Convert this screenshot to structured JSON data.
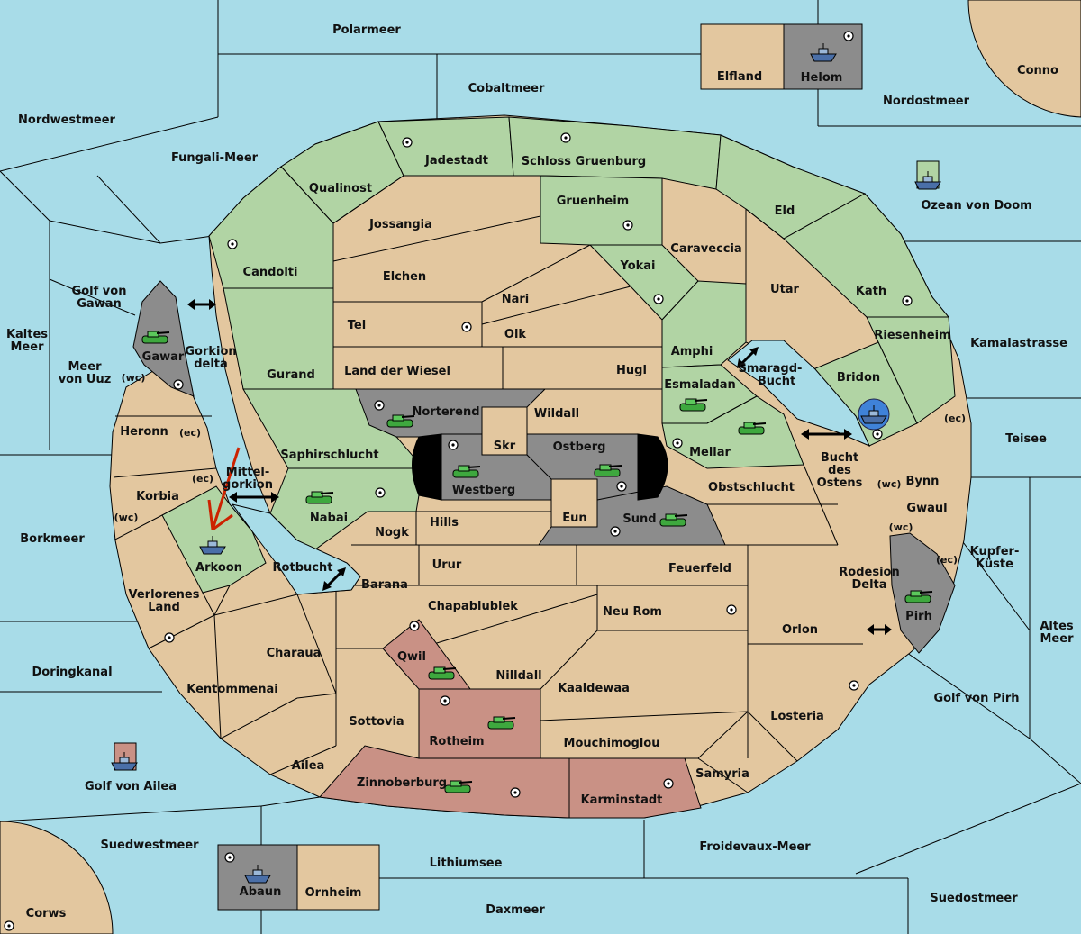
{
  "territories": {
    "polarmeer": "Polarmeer",
    "cobaltmeer": "Cobaltmeer",
    "nordwestmeer": "Nordwestmeer",
    "fungali": "Fungali-Meer",
    "nordostmeer": "Nordostmeer",
    "conno": "Conno",
    "elfland": "Elfland",
    "helom": "Helom",
    "jadestadt": "Jadestadt",
    "schloss": "Schloss Gruenburg",
    "qualinost": "Qualinost",
    "jossangia": "Jossangia",
    "gruenheim": "Gruenheim",
    "eld": "Eld",
    "ozean": "Ozean von Doom",
    "caraveccia": "Caraveccia",
    "candolti": "Candolti",
    "elchen": "Elchen",
    "yokai": "Yokai",
    "utar": "Utar",
    "kath": "Kath",
    "nari": "Nari",
    "golf_gawan_1": "Golf von",
    "golf_gawan_2": "Gawan",
    "kaltes_1": "Kaltes",
    "kaltes_2": "Meer",
    "tel": "Tel",
    "olk": "Olk",
    "amphi": "Amphi",
    "riesenheim": "Riesenheim",
    "kamala": "Kamalastrasse",
    "gorkion_1": "Gorkion",
    "gorkion_2": "delta",
    "gawar": "Gawar",
    "meer_uuz_1": "Meer",
    "meer_uuz_2": "von Uuz",
    "wc1": "(wc)",
    "gurand": "Gurand",
    "land_wiesel": "Land der Wiesel",
    "hugl": "Hugl",
    "smaragd_1": "Smaragd-",
    "smaragd_2": "Bucht",
    "bridon": "Bridon",
    "esmaladan": "Esmaladan",
    "norterend": "Norterend",
    "wildall": "Wildall",
    "heronn": "Heronn",
    "ec1": "(ec)",
    "ec_teisee": "(ec)",
    "teisee": "Teisee",
    "skr": "Skr",
    "ostberg": "Ostberg",
    "mellar": "Mellar",
    "saphir": "Saphirschlucht",
    "bucht_1": "Bucht",
    "bucht_2": "des",
    "bucht_3": "Ostens",
    "mittel_1": "Mittel-",
    "mittel_2": "gorkion",
    "ec2": "(ec)",
    "korbia": "Korbia",
    "westberg": "Westberg",
    "obst": "Obstschlucht",
    "wc_bynn": "(wc)",
    "bynn": "Bynn",
    "wc2": "(wc)",
    "nabai": "Nabai",
    "hills": "Hills",
    "eun": "Eun",
    "sund": "Sund",
    "gwaul": "Gwaul",
    "borkmeer": "Borkmeer",
    "nogk": "Nogk",
    "wc_pirh": "(wc)",
    "kupfer_1": "Kupfer-",
    "kupfer_2": "Küste",
    "arkoon": "Arkoon",
    "rotbucht": "Rotbucht",
    "urur": "Urur",
    "feuerfeld": "Feuerfeld",
    "ec_pirh": "(ec)",
    "rodesion_1": "Rodesion",
    "rodesion_2": "Delta",
    "barana": "Barana",
    "verl_1": "Verlorenes",
    "verl_2": "Land",
    "chapa": "Chapablublek",
    "neurom": "Neu Rom",
    "pirh": "Pirh",
    "orlon": "Orlon",
    "altes_1": "Altes",
    "altes_2": "Meer",
    "charaua": "Charaua",
    "qwil": "Qwil",
    "nilldall": "Nilldall",
    "doringkanal": "Doringkanal",
    "kentom": "Kentommenai",
    "kaaldewaa": "Kaaldewaa",
    "golf_pirh": "Golf von Pirh",
    "sottovia": "Sottovia",
    "losteria": "Losteria",
    "rotheim": "Rotheim",
    "mouchi": "Mouchimoglou",
    "ailea": "Ailea",
    "samyria": "Samyria",
    "zinnober": "Zinnoberburg",
    "karmin": "Karminstadt",
    "golf_ailea": "Golf von Ailea",
    "suedwest": "Suedwestmeer",
    "froidevaux": "Froidevaux-Meer",
    "lithium": "Lithiumsee",
    "abaun": "Abaun",
    "ornheim": "Ornheim",
    "suedost": "Suedostmeer",
    "corws": "Corws",
    "daxmeer": "Daxmeer"
  },
  "colors": {
    "sea": "#a8dce8",
    "land": "#e3c79f",
    "green_power": "#b1d4a4",
    "grey_power": "#8c8c8c",
    "pink_power": "#c99185",
    "order_arrow": "#cc2200"
  },
  "units": [
    "army",
    "fleet"
  ]
}
